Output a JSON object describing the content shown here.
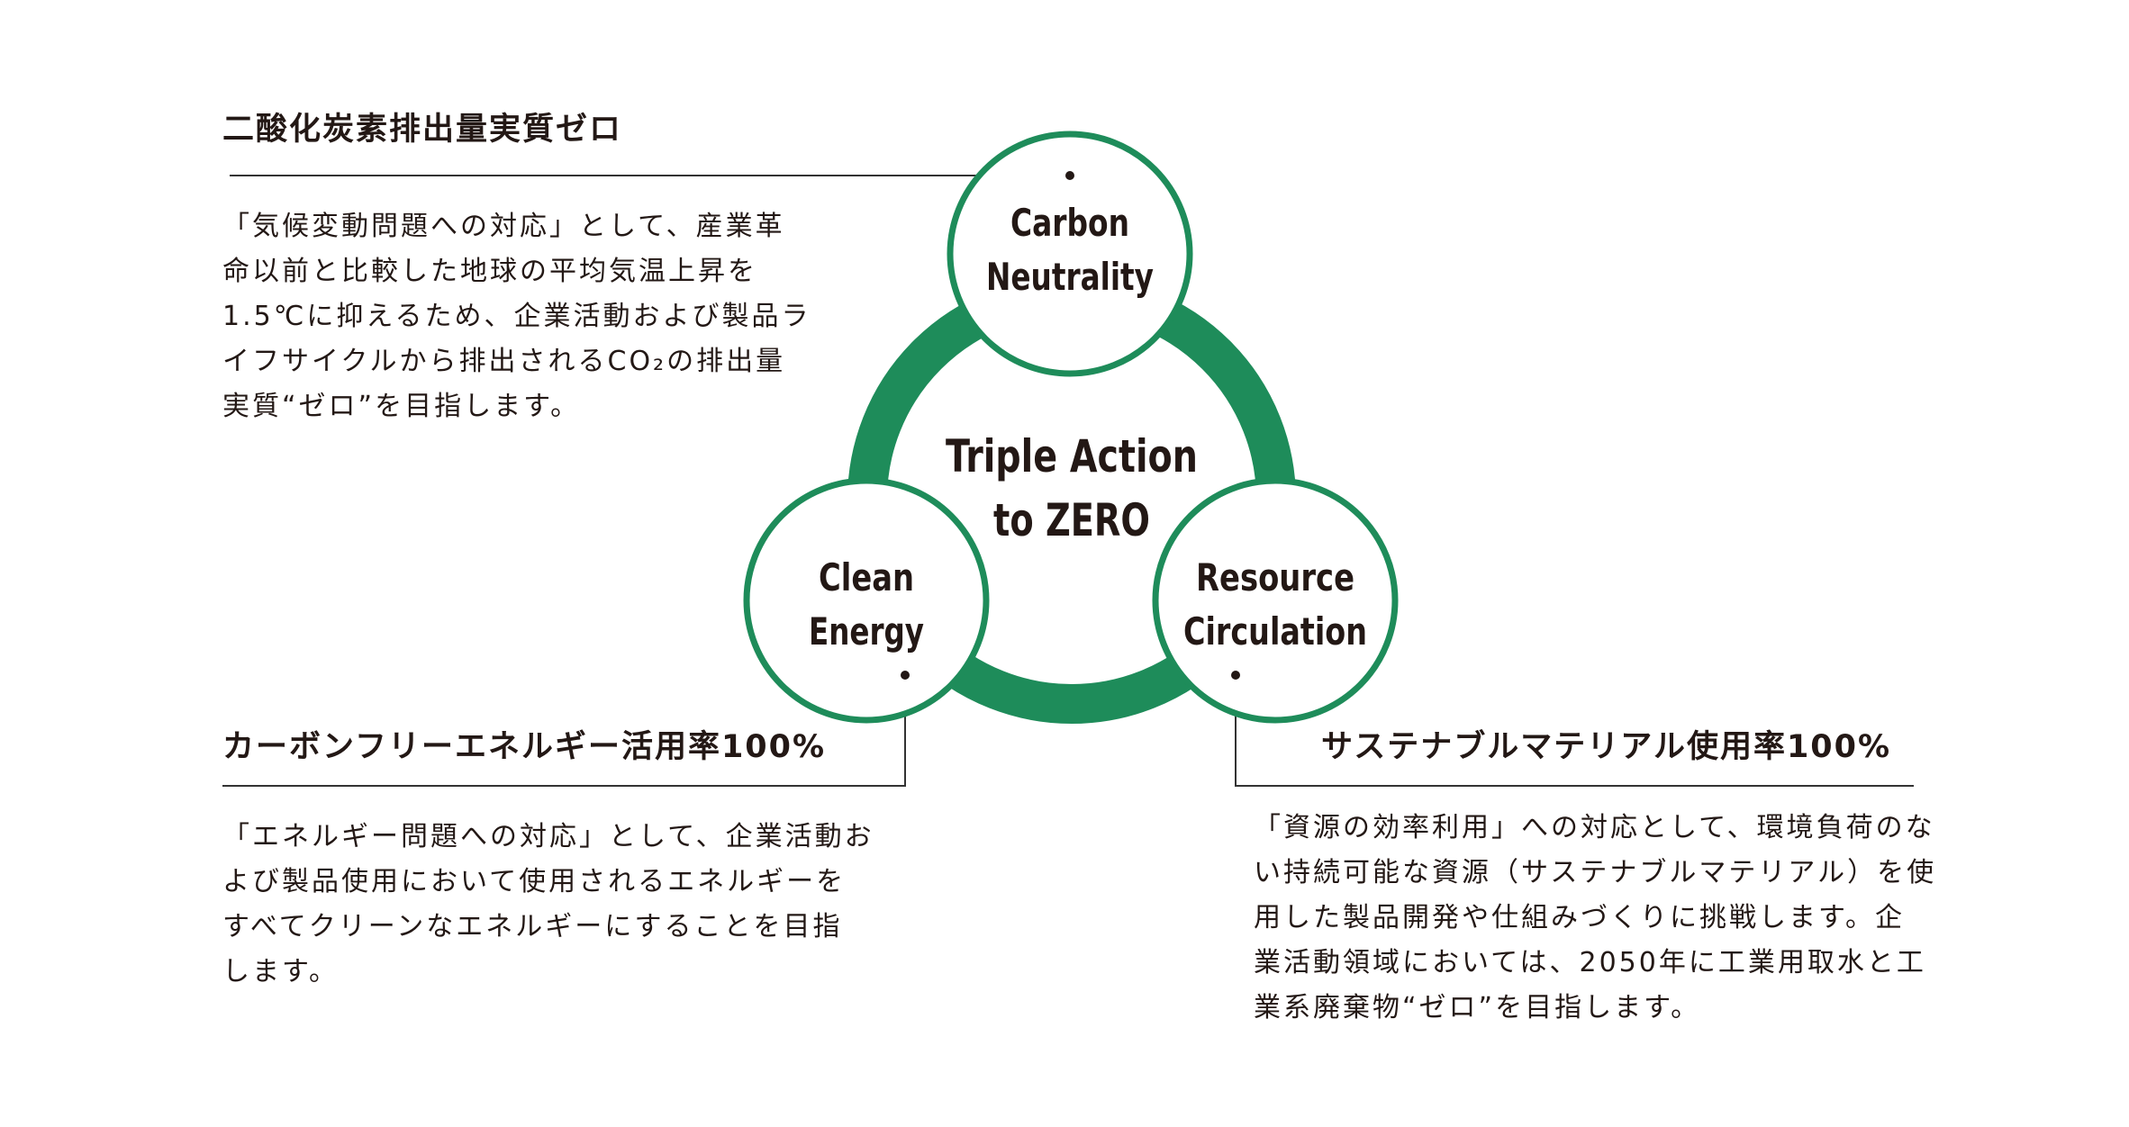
{
  "center": {
    "line1": "Triple Action",
    "line2": "to ZERO"
  },
  "nodes": [
    {
      "id": "carbon",
      "line1": "Carbon",
      "line2": "Neutrality"
    },
    {
      "id": "clean",
      "line1": "Clean",
      "line2": "Energy"
    },
    {
      "id": "resource",
      "line1": "Resource",
      "line2": "Circulation"
    }
  ],
  "sections": [
    {
      "heading": "二酸化炭素排出量実質ゼロ",
      "body": "「気候変動問題への対応」として、産業革\n命以前と比較した地球の平均気温上昇を\n1.5℃に抑えるため、企業活動および製品ラ\nイフサイクルから排出されるCO₂の排出量\n実質“ゼロ”を目指します。"
    },
    {
      "heading": "カーボンフリーエネルギー活用率100%",
      "body": "「エネルギー問題への対応」として、企業活動お\nよび製品使用において使用されるエネルギーを\nすべてクリーンなエネルギーにすることを目指\nします。"
    },
    {
      "heading": "サステナブルマテリアル使用率100%",
      "body": "「資源の効率利用」への対応として、環境負荷のな\nい持続可能な資源（サステナブルマテリアル）を使\n用した製品開発や仕組みづくりに挑戦します。企\n業活動領域においては、2050年に工業用取水と工\n業系廃棄物“ゼロ”を目指します。"
    }
  ],
  "colors": {
    "accent": "#1e8c5a",
    "text": "#231815",
    "leader_line": "#333333"
  }
}
